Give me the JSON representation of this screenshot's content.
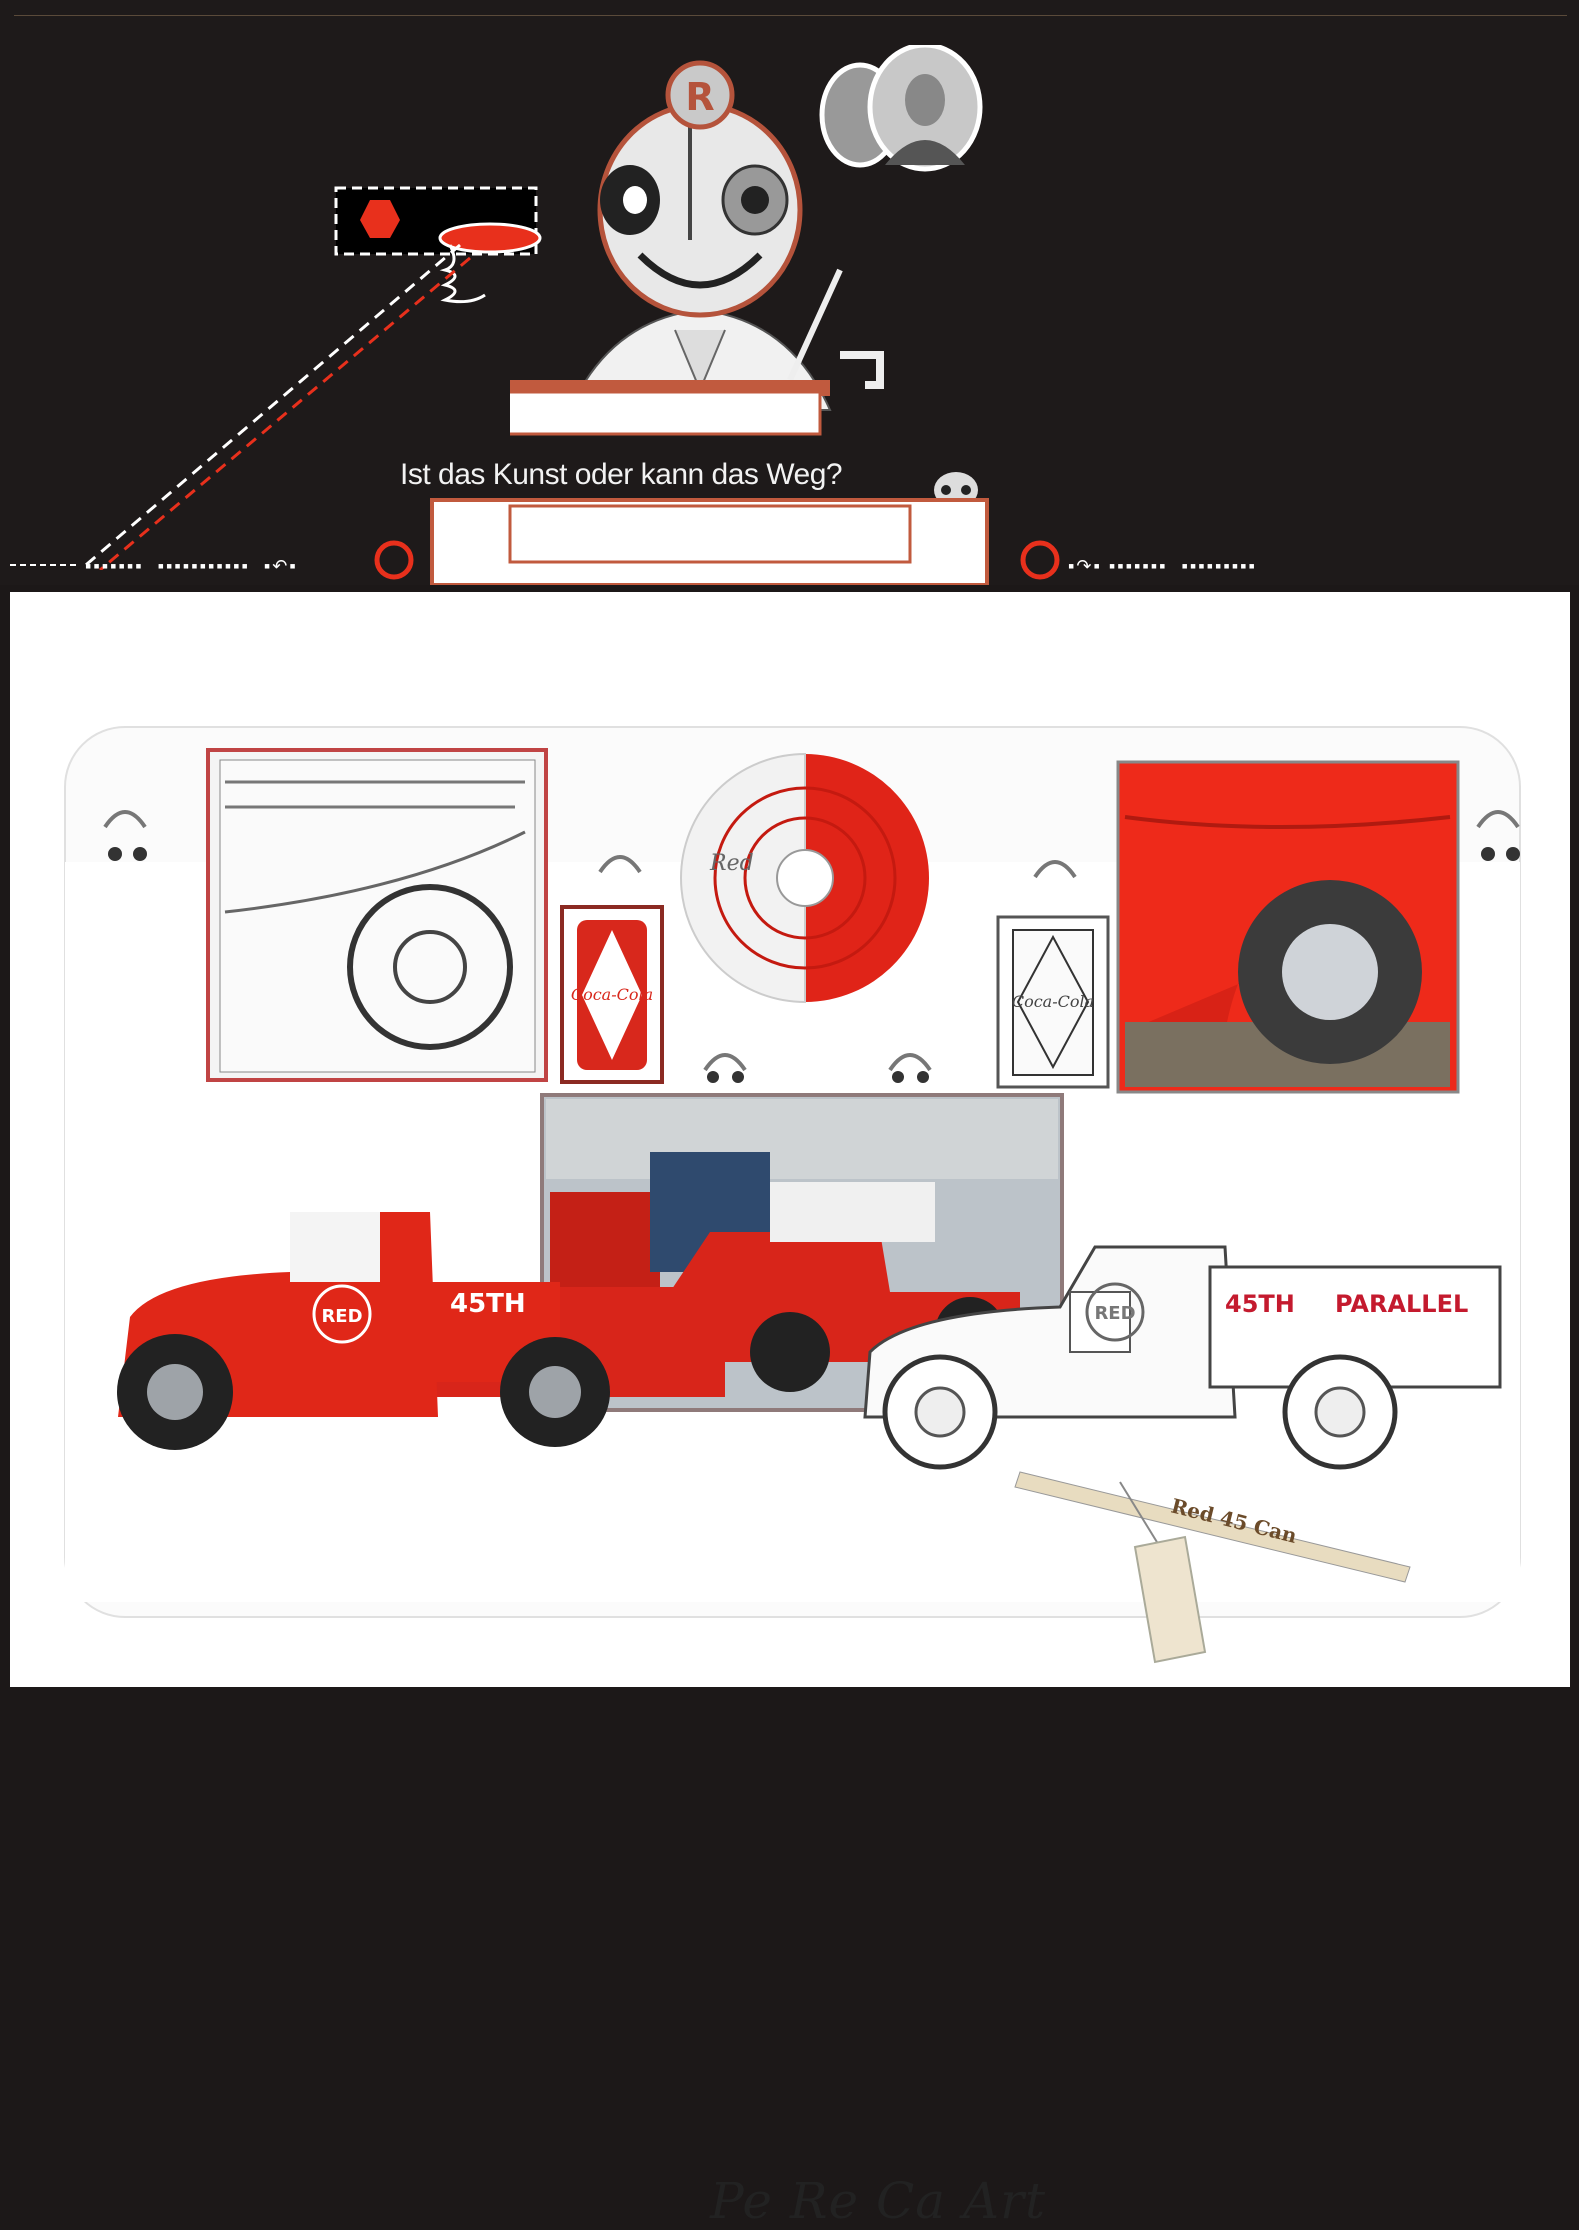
{
  "stage": {
    "caption": "Ist das Kunst oder kann das Weg?"
  },
  "art": {
    "logo_letter": "R",
    "can_left_text": "Coca-Cola",
    "can_right_text": "Coca-Cola",
    "record_label": "Red",
    "truck_left_label": "45TH",
    "truck_left_badge": "RED",
    "truck_right_label_1": "45TH",
    "truck_right_label_2": "PARALLEL",
    "truck_right_badge": "RED",
    "pencil_text": "Red 45 Can",
    "plate_text": "",
    "signature": "Pe Re Ca Art"
  },
  "colors": {
    "background": "#1e1a1a",
    "accent_red": "#e8301c",
    "board": "#ffffff"
  }
}
